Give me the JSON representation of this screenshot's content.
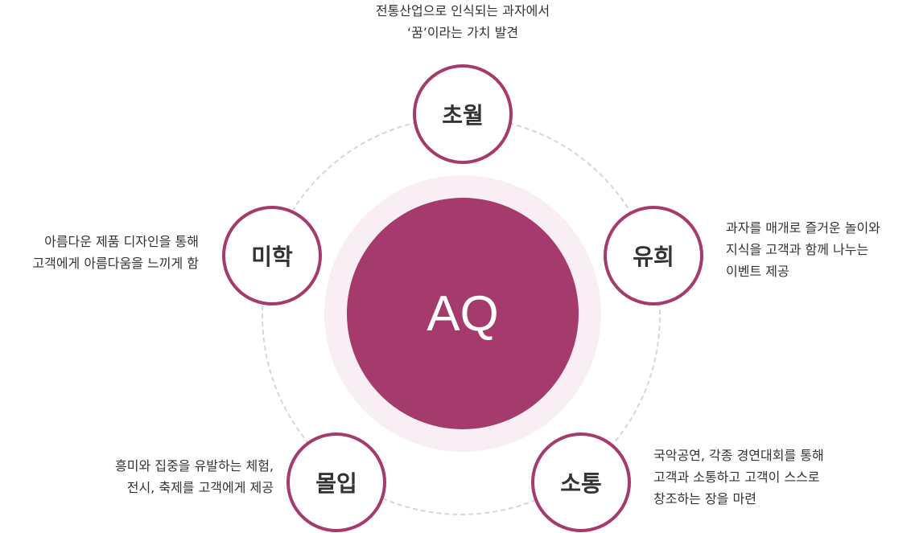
{
  "center": {
    "label": "AQ"
  },
  "nodes": [
    {
      "label": "초월",
      "desc": "전통산업으로 인식되는 과자에서\n‘꿈’이라는 가치 발견"
    },
    {
      "label": "유희",
      "desc": "과자를 매개로 즐거운 놀이와\n지식을 고객과 함께 나누는\n이벤트 제공"
    },
    {
      "label": "소통",
      "desc": "국악공연, 각종 경연대회를 통해\n고객과 소통하고 고객이 스스로\n창조하는 장을 마련"
    },
    {
      "label": "몰입",
      "desc": "흥미와 집중을 유발하는 체험,\n전시, 축제를 고객에게 제공"
    },
    {
      "label": "미학",
      "desc": "아름다운 제품 디자인을 통해\n고객에게 아름다움을 느끼게 함"
    }
  ],
  "colors": {
    "accent": "#a53a6d",
    "halo": "#f8eef3",
    "ring": "#d6d6d6"
  }
}
